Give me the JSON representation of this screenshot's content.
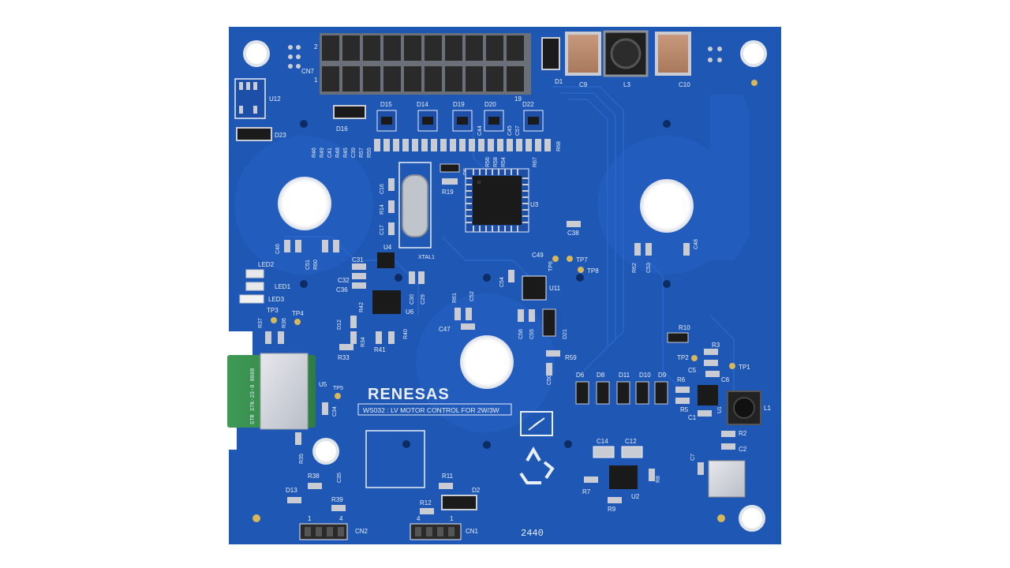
{
  "board": {
    "brand": "RENESAS",
    "title": "WS032 : LV MOTOR CONTROL FOR 2W/3W",
    "date_code": "2440",
    "colors": {
      "pcb": "#1f57b5",
      "pcb_dark": "#174a9e",
      "silk": "#e9eef7",
      "pad": "#c9ccd2",
      "header": "#2a2a2a"
    }
  },
  "labels": {
    "u12": "U12",
    "cn7": "CN7",
    "pin2": "2",
    "pin1": "1",
    "d1": "D1",
    "c9": "C9",
    "l3": "L3",
    "c10": "C10",
    "d16": "D16",
    "d23": "D23",
    "d15": "D15",
    "d14": "D14",
    "d19": "D19",
    "d20": "D20",
    "d22": "D22",
    "n19": "19",
    "c44": "C44",
    "c45": "C45",
    "c57": "C57",
    "r46": "R46",
    "r49": "R49",
    "c41": "C41",
    "r48": "R48",
    "r45": "R45",
    "r39v": "C39",
    "r57": "R57",
    "r55": "R55",
    "r56": "R56",
    "r58": "R58",
    "r54": "R54",
    "r67": "R67",
    "r68": "R68",
    "d5": "D5",
    "r19": "R19",
    "c16": "C16",
    "r14": "R14",
    "c17": "C17",
    "xtal1": "XTAL1",
    "u3": "U3",
    "c38": "C38",
    "c46": "C46",
    "c51": "C51",
    "r60": "R60",
    "c31": "C31",
    "u4": "U4",
    "c32": "C32",
    "c36": "C36",
    "led2": "LED2",
    "led1": "LED1",
    "led3": "LED3",
    "tp3": "TP3",
    "tp4": "TP4",
    "r37": "R37",
    "r36": "R36",
    "d12": "D12",
    "r42": "R42",
    "r34": "R34",
    "r41": "R41",
    "r40": "R40",
    "r33": "R33",
    "u6": "U6",
    "c30": "C30",
    "c29": "C29",
    "c49": "C49",
    "tp6": "TP6",
    "tp7": "TP7",
    "tp8": "TP8",
    "c54": "C54",
    "u11": "U11",
    "r61": "R61",
    "c52": "C52",
    "c47": "C47",
    "c55": "C55",
    "c56": "C56",
    "d21": "D21",
    "r59": "R59",
    "c50": "C50",
    "r62": "R62",
    "c53": "C53",
    "c48": "C48",
    "u5": "U5",
    "tp5": "TP5",
    "c34": "C34",
    "r35": "R35",
    "d6": "D6",
    "d8": "D8",
    "d11": "D11",
    "d10": "D10",
    "d9": "D9",
    "r10": "R10",
    "r3": "R3",
    "tp2": "TP2",
    "c5": "C5",
    "c6": "C6",
    "tp1": "TP1",
    "r6": "R6",
    "r5": "R5",
    "u1": "U1",
    "c1": "C1",
    "l1": "L1",
    "r2": "R2",
    "c2": "C2",
    "c7": "C7",
    "c14": "C14",
    "c12": "C12",
    "r7": "R7",
    "u2": "U2",
    "r9": "R9",
    "r8": "R8",
    "d13": "D13",
    "r38": "R38",
    "c35": "C35",
    "r39": "R39",
    "r11": "R11",
    "d2": "D2",
    "r12": "R12",
    "cn2": "CN2",
    "cn1": "CN1",
    "cn2_p1": "1",
    "cn2_p4": "4",
    "cn1_p4": "4",
    "cn1_p1": "1",
    "module_code": "STR 37K-23-0 8888"
  }
}
